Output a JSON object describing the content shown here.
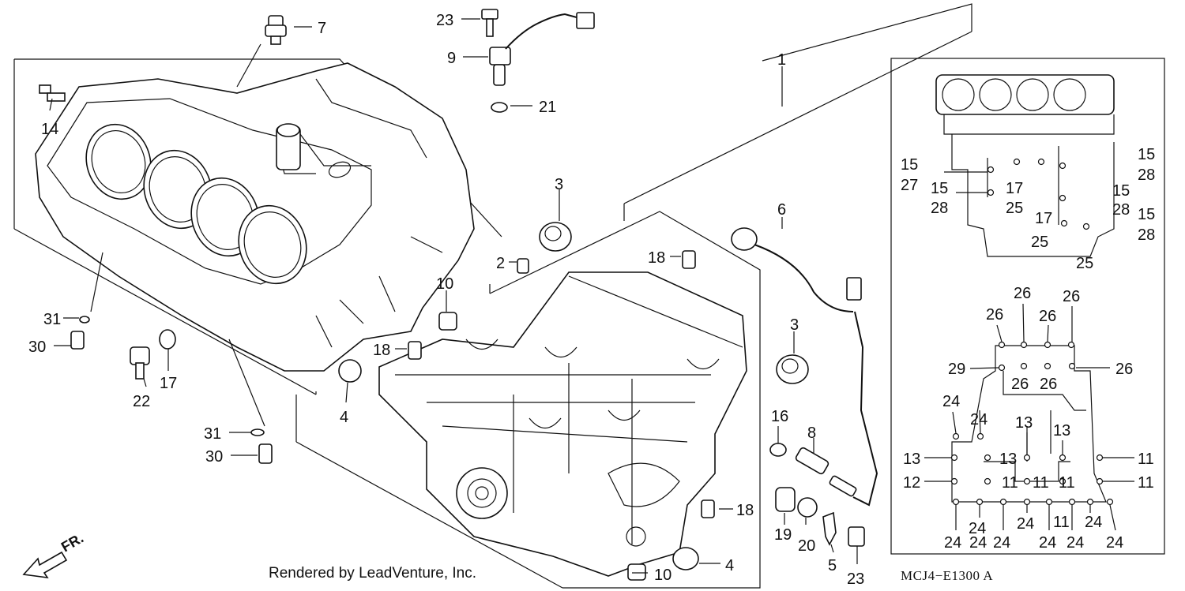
{
  "footer": {
    "credit": "Rendered by LeadVenture, Inc.",
    "diagram_code": "MCJ4−E1300 A"
  },
  "direction_label": "FR.",
  "callouts": [
    {
      "id": "c7",
      "label": "7"
    },
    {
      "id": "c23a",
      "label": "23"
    },
    {
      "id": "c9",
      "label": "9"
    },
    {
      "id": "c21",
      "label": "21"
    },
    {
      "id": "c1",
      "label": "1"
    },
    {
      "id": "c14",
      "label": "14"
    },
    {
      "id": "c3a",
      "label": "3"
    },
    {
      "id": "c2",
      "label": "2"
    },
    {
      "id": "c18a",
      "label": "18"
    },
    {
      "id": "c6",
      "label": "6"
    },
    {
      "id": "c10a",
      "label": "10"
    },
    {
      "id": "c18b",
      "label": "18"
    },
    {
      "id": "c3b",
      "label": "3"
    },
    {
      "id": "c31a",
      "label": "31"
    },
    {
      "id": "c30a",
      "label": "30"
    },
    {
      "id": "c22",
      "label": "22"
    },
    {
      "id": "c17a",
      "label": "17"
    },
    {
      "id": "c4a",
      "label": "4"
    },
    {
      "id": "c16",
      "label": "16"
    },
    {
      "id": "c8",
      "label": "8"
    },
    {
      "id": "c31b",
      "label": "31"
    },
    {
      "id": "c30b",
      "label": "30"
    },
    {
      "id": "c18c",
      "label": "18"
    },
    {
      "id": "c19",
      "label": "19"
    },
    {
      "id": "c20",
      "label": "20"
    },
    {
      "id": "c5",
      "label": "5"
    },
    {
      "id": "c23b",
      "label": "23"
    },
    {
      "id": "c4b",
      "label": "4"
    },
    {
      "id": "c10b",
      "label": "10"
    }
  ],
  "bolt_chart": {
    "upper": [
      "15",
      "27",
      "15",
      "28",
      "17",
      "25",
      "17",
      "25",
      "15",
      "28",
      "15",
      "28",
      "15",
      "28",
      "25"
    ],
    "lower": [
      "26",
      "26",
      "26",
      "26",
      "29",
      "26",
      "26",
      "26",
      "24",
      "24",
      "13",
      "13",
      "13",
      "13",
      "12",
      "11",
      "11",
      "11",
      "11",
      "11",
      "11",
      "24",
      "24",
      "24",
      "24",
      "24",
      "24",
      "24",
      "24",
      "24"
    ]
  }
}
